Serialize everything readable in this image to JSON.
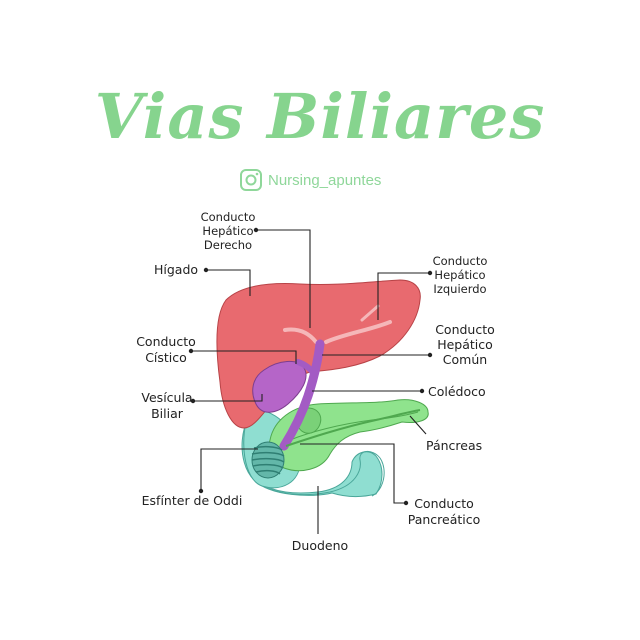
{
  "title": "Vias  Biliares",
  "handle": "Nursing_apuntes",
  "icons": {
    "instagram": "instagram-icon"
  },
  "colors": {
    "title": "#86d48e",
    "liver": "#e86a6f",
    "gallbladder": "#b565c8",
    "bile_duct": "#a35bc4",
    "pancreas": "#8fe38d",
    "duodenum": "#8fded1",
    "lines": "#222222"
  },
  "labels": {
    "hepatico_derecho": [
      "Conducto",
      "Hepático",
      "Derecho"
    ],
    "higado": [
      "Hígado"
    ],
    "hepatico_izquierdo": [
      "Conducto",
      "Hepático",
      "Izquierdo"
    ],
    "cistico": [
      "Conducto",
      "Cístico"
    ],
    "hepatico_comun": [
      "Conducto",
      "Hepático",
      "Común"
    ],
    "vesicula": [
      "Vesícula",
      "Biliar"
    ],
    "coledoco": [
      "Colédoco"
    ],
    "pancreas": [
      "Páncreas"
    ],
    "oddi": [
      "Esfínter de Oddi"
    ],
    "pancreatico": [
      "Conducto",
      "Pancreático"
    ],
    "duodeno": [
      "Duodeno"
    ]
  }
}
